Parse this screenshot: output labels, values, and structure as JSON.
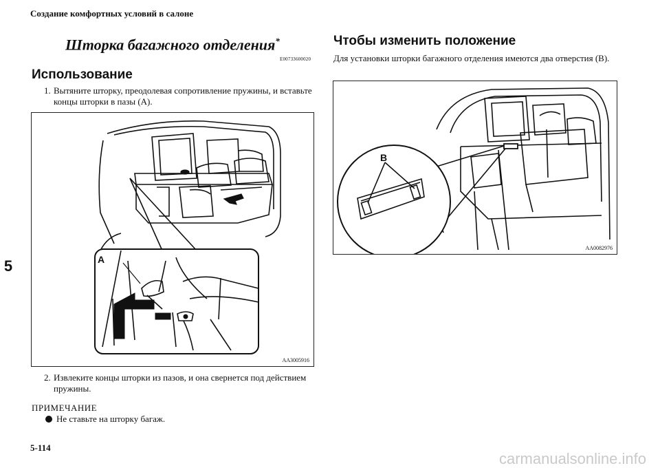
{
  "header": {
    "running_title": "Создание комфортных условий в салоне"
  },
  "chapter_tab": "5",
  "section": {
    "title": "Шторка багажного отделения",
    "asterisk": "*",
    "code": "E00733600020"
  },
  "usage": {
    "heading": "Использование",
    "steps": [
      {
        "num": "1.",
        "text": "Вытяните шторку, преодолевая сопротивление пружины, и вставьте концы шторки в пазы (A)."
      },
      {
        "num": "2.",
        "text": "Извлеките концы шторки из пазов, и она свернется под действием пружины."
      }
    ],
    "figure_code": "AA3005916",
    "callout_label": "A"
  },
  "note": {
    "heading": "ПРИМЕЧАНИЕ",
    "items": [
      "Не ставьте на шторку багаж."
    ]
  },
  "change_position": {
    "heading": "Чтобы изменить положение",
    "text": "Для установки шторки багажного отделения имеются два отверстия (B).",
    "figure_code": "AA0082976",
    "callout_label": "B"
  },
  "footer": {
    "page_number": "5-114",
    "watermark": "carmanualsonline.info"
  }
}
